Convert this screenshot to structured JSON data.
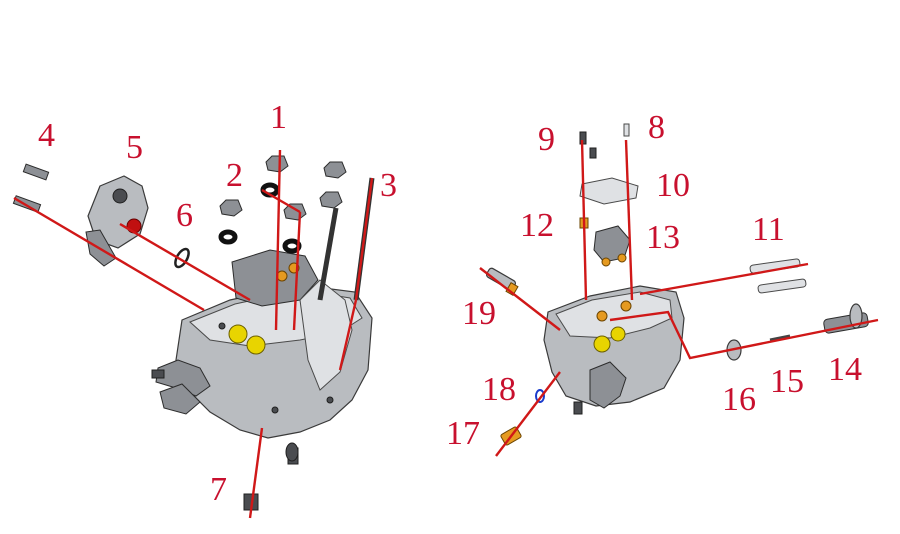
{
  "diagram": {
    "callouts": [
      {
        "id": "1",
        "text": "1"
      },
      {
        "id": "2",
        "text": "2"
      },
      {
        "id": "3",
        "text": "3"
      },
      {
        "id": "4",
        "text": "4"
      },
      {
        "id": "5",
        "text": "5"
      },
      {
        "id": "6",
        "text": "6"
      },
      {
        "id": "7",
        "text": "7"
      },
      {
        "id": "8",
        "text": "8"
      },
      {
        "id": "9",
        "text": "9"
      },
      {
        "id": "10",
        "text": "10"
      },
      {
        "id": "11",
        "text": "11"
      },
      {
        "id": "12",
        "text": "12"
      },
      {
        "id": "13",
        "text": "13"
      },
      {
        "id": "14",
        "text": "14"
      },
      {
        "id": "15",
        "text": "15"
      },
      {
        "id": "16",
        "text": "16"
      },
      {
        "id": "17",
        "text": "17"
      },
      {
        "id": "18",
        "text": "18"
      },
      {
        "id": "19",
        "text": "19"
      }
    ],
    "leader_color": "#d01818",
    "label_color": "#c8102e"
  }
}
